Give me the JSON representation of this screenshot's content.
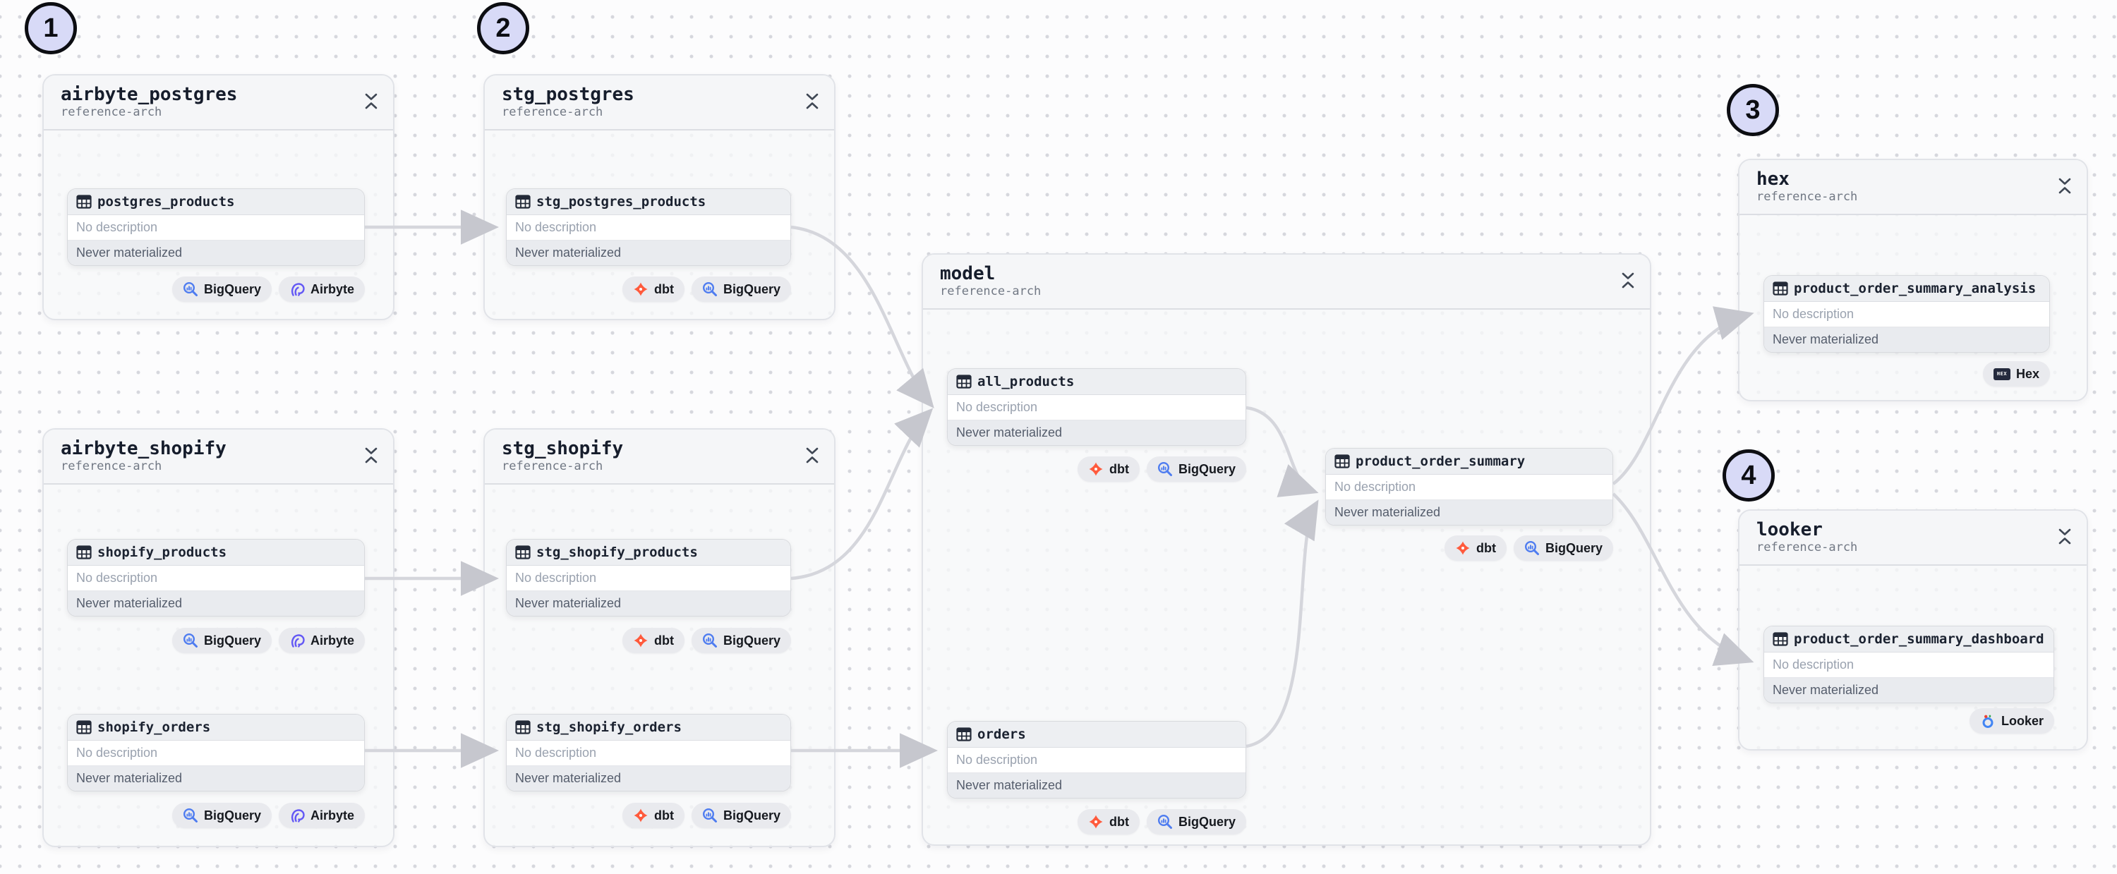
{
  "markers": [
    {
      "label": "1"
    },
    {
      "label": "2"
    },
    {
      "label": "3"
    },
    {
      "label": "4"
    }
  ],
  "labels": {
    "collapse_tooltip": "collapse"
  },
  "colors": {
    "edge": "#d5d6dc",
    "marker_fill": "#d8daf7",
    "dbt_orange": "#ff5a3c",
    "bigquery_blue": "#4e7cf0",
    "airbyte_purple": "#6358f5",
    "hex_navy": "#242a3d",
    "looker_blue": "#4285f4"
  },
  "groups": [
    {
      "title": "airbyte_postgres",
      "subtitle": "reference-arch",
      "nodes": [
        {
          "name": "postgres_products",
          "description": "No description",
          "materialization": "Never materialized",
          "badges": [
            {
              "label": "BigQuery",
              "icon": "bigquery"
            },
            {
              "label": "Airbyte",
              "icon": "airbyte"
            }
          ]
        }
      ]
    },
    {
      "title": "stg_postgres",
      "subtitle": "reference-arch",
      "nodes": [
        {
          "name": "stg_postgres_products",
          "description": "No description",
          "materialization": "Never materialized",
          "badges": [
            {
              "label": "dbt",
              "icon": "dbt"
            },
            {
              "label": "BigQuery",
              "icon": "bigquery"
            }
          ]
        }
      ]
    },
    {
      "title": "airbyte_shopify",
      "subtitle": "reference-arch",
      "nodes": [
        {
          "name": "shopify_products",
          "description": "No description",
          "materialization": "Never materialized",
          "badges": [
            {
              "label": "BigQuery",
              "icon": "bigquery"
            },
            {
              "label": "Airbyte",
              "icon": "airbyte"
            }
          ]
        },
        {
          "name": "shopify_orders",
          "description": "No description",
          "materialization": "Never materialized",
          "badges": [
            {
              "label": "BigQuery",
              "icon": "bigquery"
            },
            {
              "label": "Airbyte",
              "icon": "airbyte"
            }
          ]
        }
      ]
    },
    {
      "title": "stg_shopify",
      "subtitle": "reference-arch",
      "nodes": [
        {
          "name": "stg_shopify_products",
          "description": "No description",
          "materialization": "Never materialized",
          "badges": [
            {
              "label": "dbt",
              "icon": "dbt"
            },
            {
              "label": "BigQuery",
              "icon": "bigquery"
            }
          ]
        },
        {
          "name": "stg_shopify_orders",
          "description": "No description",
          "materialization": "Never materialized",
          "badges": [
            {
              "label": "dbt",
              "icon": "dbt"
            },
            {
              "label": "BigQuery",
              "icon": "bigquery"
            }
          ]
        }
      ]
    },
    {
      "title": "model",
      "subtitle": "reference-arch",
      "nodes": [
        {
          "name": "all_products",
          "description": "No description",
          "materialization": "Never materialized",
          "badges": [
            {
              "label": "dbt",
              "icon": "dbt"
            },
            {
              "label": "BigQuery",
              "icon": "bigquery"
            }
          ]
        },
        {
          "name": "orders",
          "description": "No description",
          "materialization": "Never materialized",
          "badges": [
            {
              "label": "dbt",
              "icon": "dbt"
            },
            {
              "label": "BigQuery",
              "icon": "bigquery"
            }
          ]
        },
        {
          "name": "product_order_summary",
          "description": "No description",
          "materialization": "Never materialized",
          "badges": [
            {
              "label": "dbt",
              "icon": "dbt"
            },
            {
              "label": "BigQuery",
              "icon": "bigquery"
            }
          ]
        }
      ]
    },
    {
      "title": "hex",
      "subtitle": "reference-arch",
      "nodes": [
        {
          "name": "product_order_summary_analysis",
          "description": "No description",
          "materialization": "Never materialized",
          "badges": [
            {
              "label": "Hex",
              "icon": "hex"
            }
          ]
        }
      ]
    },
    {
      "title": "looker",
      "subtitle": "reference-arch",
      "nodes": [
        {
          "name": "product_order_summary_dashboard",
          "description": "No description",
          "materialization": "Never materialized",
          "badges": [
            {
              "label": "Looker",
              "icon": "looker"
            }
          ]
        }
      ]
    }
  ]
}
